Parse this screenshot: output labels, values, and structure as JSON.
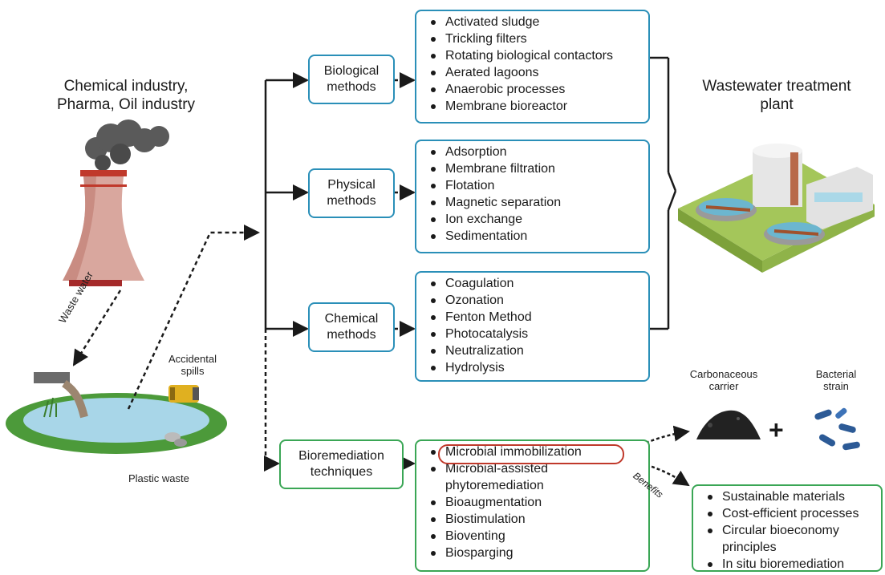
{
  "source": {
    "title_line1": "Chemical industry,",
    "title_line2": "Pharma, Oil industry",
    "waste_water": "Waste water",
    "accidental_spills_line1": "Accidental",
    "accidental_spills_line2": "spills",
    "plastic_waste": "Plastic waste"
  },
  "methods": {
    "biological": {
      "label_line1": "Biological",
      "label_line2": "methods",
      "items": [
        "Activated sludge",
        "Trickling filters",
        "Rotating biological contactors",
        "Aerated lagoons",
        "Anaerobic processes",
        "Membrane bioreactor"
      ]
    },
    "physical": {
      "label_line1": "Physical",
      "label_line2": "methods",
      "items": [
        "Adsorption",
        "Membrane filtration",
        "Flotation",
        "Magnetic separation",
        "Ion exchange",
        "Sedimentation"
      ]
    },
    "chemical": {
      "label_line1": "Chemical",
      "label_line2": "methods",
      "items": [
        "Coagulation",
        "Ozonation",
        "Fenton Method",
        "Photocatalysis",
        "Neutralization",
        "Hydrolysis"
      ]
    },
    "bioremediation": {
      "label_line1": "Bioremediation",
      "label_line2": "techniques",
      "items": [
        "Microbial immobilization",
        "Microbial-assisted",
        "phytoremediation",
        "Bioaugmentation",
        "Biostimulation",
        "Bioventing",
        "Biosparging"
      ]
    }
  },
  "plant": {
    "title_line1": "Wastewater treatment",
    "title_line2": "plant"
  },
  "immobilization": {
    "carrier_line1": "Carbonaceous",
    "carrier_line2": "carrier",
    "bacteria_line1": "Bacterial",
    "bacteria_line2": "strain",
    "plus": "+",
    "benefits_label": "Benefits"
  },
  "benefits": {
    "items": [
      "Sustainable materials",
      "Cost-efficient processes",
      "Circular bioeconomy",
      "principles",
      "In situ bioremediation"
    ]
  },
  "colors": {
    "blue_border": "#2a8fb8",
    "green_border": "#3aa655",
    "highlight": "#c0392b",
    "line": "#1a1a1a"
  }
}
